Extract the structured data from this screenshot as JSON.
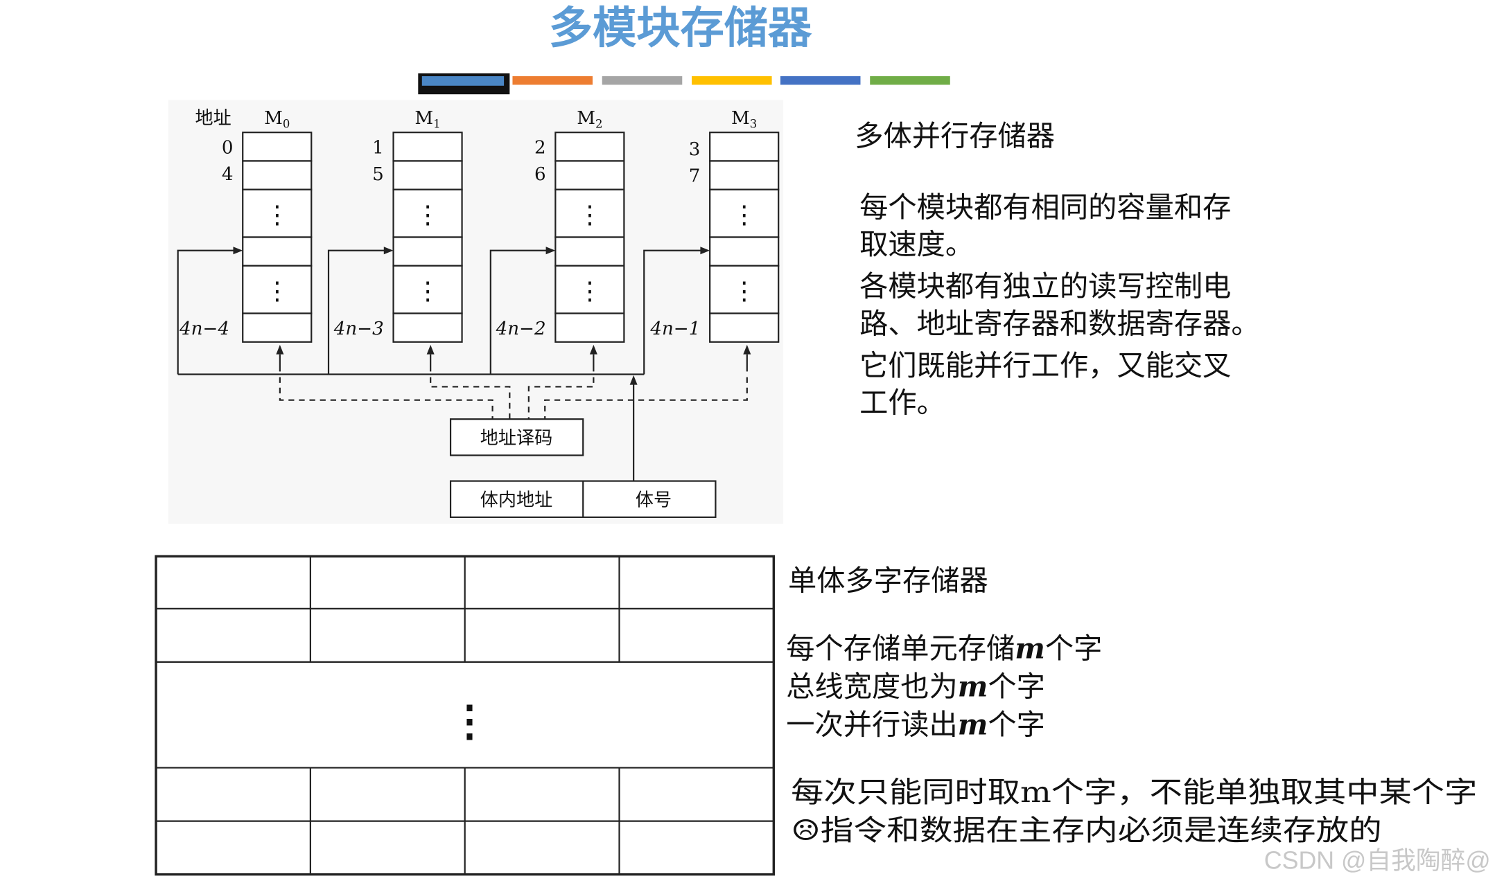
{
  "title": "多模块存储器",
  "title_color": "#5b9bd5",
  "color_bar": [
    "#4a86c5",
    "#ed7d31",
    "#a5a5a5",
    "#ffc000",
    "#4472c4",
    "#70ad47"
  ],
  "diagram": {
    "address_label": "地址",
    "modules": [
      {
        "name": "M",
        "sub": "0",
        "addr_first": "0",
        "addr_second": "4",
        "addr_last": "4n−4"
      },
      {
        "name": "M",
        "sub": "1",
        "addr_first": "1",
        "addr_second": "5",
        "addr_last": "4n−3"
      },
      {
        "name": "M",
        "sub": "2",
        "addr_first": "2",
        "addr_second": "6",
        "addr_last": "4n−2"
      },
      {
        "name": "M",
        "sub": "3",
        "addr_first": "3",
        "addr_second": "7",
        "addr_last": "4n−1"
      }
    ],
    "ellipsis": "⋮",
    "decoder_label": "地址译码",
    "inner_address_label": "体内地址",
    "bank_number_label": "体号"
  },
  "multi_bank": {
    "heading": "多体并行存储器",
    "lines": [
      "每个模块都有相同的容量和存",
      "取速度。",
      "各模块都有独立的读写控制电",
      "路、地址寄存器和数据寄存器。",
      "它们既能并行工作，又能交叉",
      "工作。"
    ]
  },
  "single_bank": {
    "heading": "单体多字存储器",
    "lines": [
      [
        "每个存储单元存储",
        "m",
        "个字"
      ],
      [
        "总线宽度也为",
        "m",
        "个字"
      ],
      [
        "一次并行读出",
        "m",
        "个字"
      ]
    ],
    "note_lines": [
      "每次只能同时取m个字，不能单独取其中某个字",
      "☹指令和数据在主存内必须是连续存放的"
    ],
    "ellipsis": "⋮"
  },
  "watermark": "CSDN @自我陶醉@"
}
